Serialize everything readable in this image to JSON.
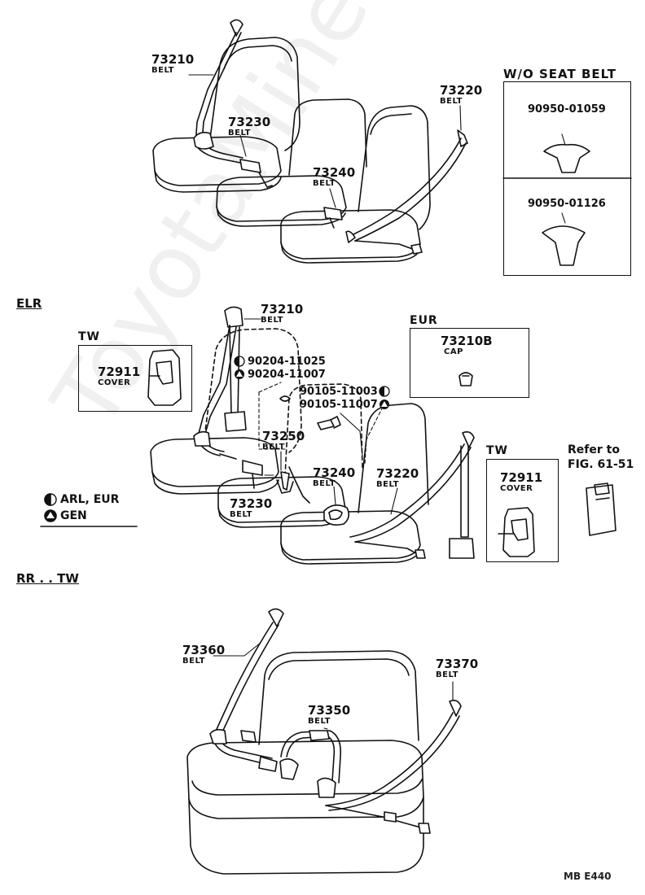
{
  "watermark": "ToyotaMine.ru",
  "top": {
    "p73210": {
      "num": "73210",
      "name": "BELT"
    },
    "p73230": {
      "num": "73230",
      "name": "BELT"
    },
    "p73240": {
      "num": "73240",
      "name": "BELT"
    },
    "p73220": {
      "num": "73220",
      "name": "BELT"
    },
    "wo_box": {
      "title": "W/O SEAT BELT",
      "part1": "90950-01059",
      "part2": "90950-01126"
    }
  },
  "elr": {
    "section": "ELR",
    "p73210": {
      "num": "73210",
      "name": "BELT"
    },
    "bolt1": "90204-11025",
    "bolt2": "90204-11007",
    "bolt3": "90105-11003",
    "bolt4": "90105-11007",
    "p73250": {
      "num": "73250",
      "name": "BELT"
    },
    "p73230": {
      "num": "73230",
      "name": "BELT"
    },
    "p73240": {
      "num": "73240",
      "name": "BELT"
    },
    "p73220": {
      "num": "73220",
      "name": "BELT"
    },
    "tw_left": {
      "title": "TW",
      "num": "72911",
      "name": "COVER"
    },
    "eur_box": {
      "title": "EUR",
      "num": "73210B",
      "name": "CAP"
    },
    "tw_right": {
      "title": "TW",
      "num": "72911",
      "name": "COVER"
    },
    "refer": {
      "line1": "Refer to",
      "line2": "FIG. 61-51"
    },
    "legend": {
      "half": "ARL, EUR",
      "tri": "GEN"
    }
  },
  "rr": {
    "section": "RR . . TW",
    "p73360": {
      "num": "73360",
      "name": "BELT"
    },
    "p73350": {
      "num": "73350",
      "name": "BELT"
    },
    "p73370": {
      "num": "73370",
      "name": "BELT"
    }
  },
  "code": "MB  E440"
}
